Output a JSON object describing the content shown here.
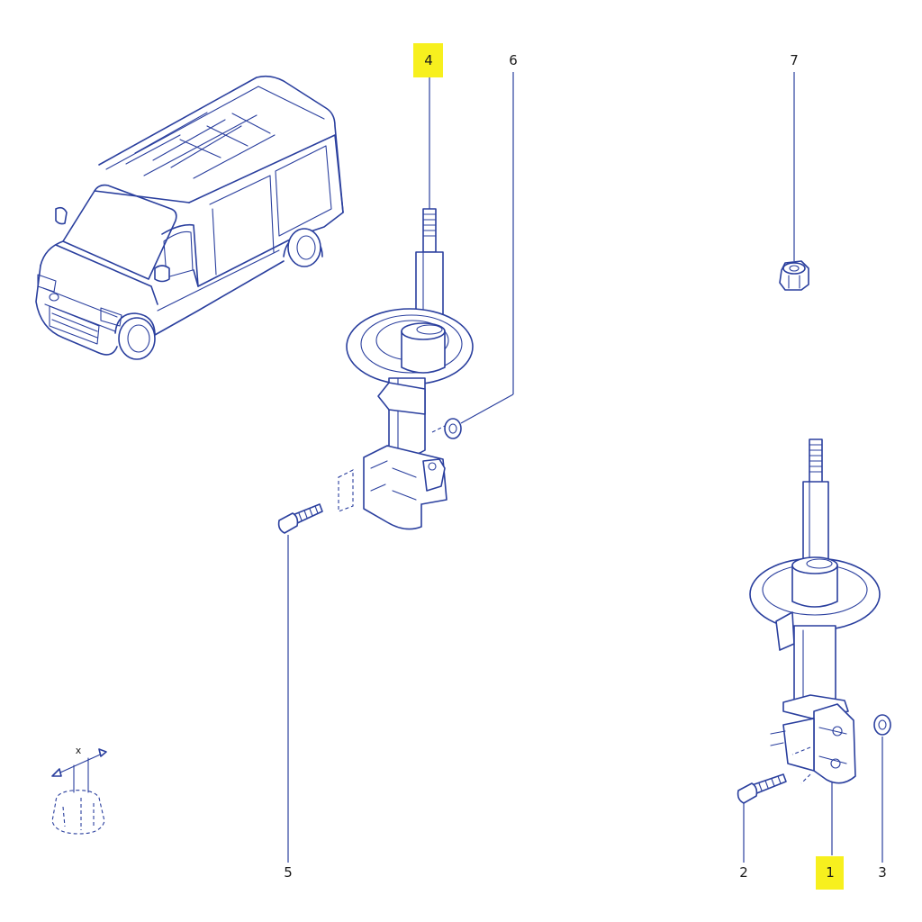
{
  "diagram": {
    "parts": [
      {
        "id": "label-1",
        "number": "1",
        "highlighted": true
      },
      {
        "id": "label-2",
        "number": "2",
        "highlighted": false
      },
      {
        "id": "label-3",
        "number": "3",
        "highlighted": false
      },
      {
        "id": "label-4",
        "number": "4",
        "highlighted": true
      },
      {
        "id": "label-5",
        "number": "5",
        "highlighted": false
      },
      {
        "id": "label-6",
        "number": "6",
        "highlighted": false
      },
      {
        "id": "label-7",
        "number": "7",
        "highlighted": false
      }
    ],
    "torque_symbol_label": "x",
    "colors": {
      "line": "#2a3f9e",
      "highlight": "#f7f01e",
      "text": "#1b1b1b",
      "background": "#ffffff"
    }
  }
}
